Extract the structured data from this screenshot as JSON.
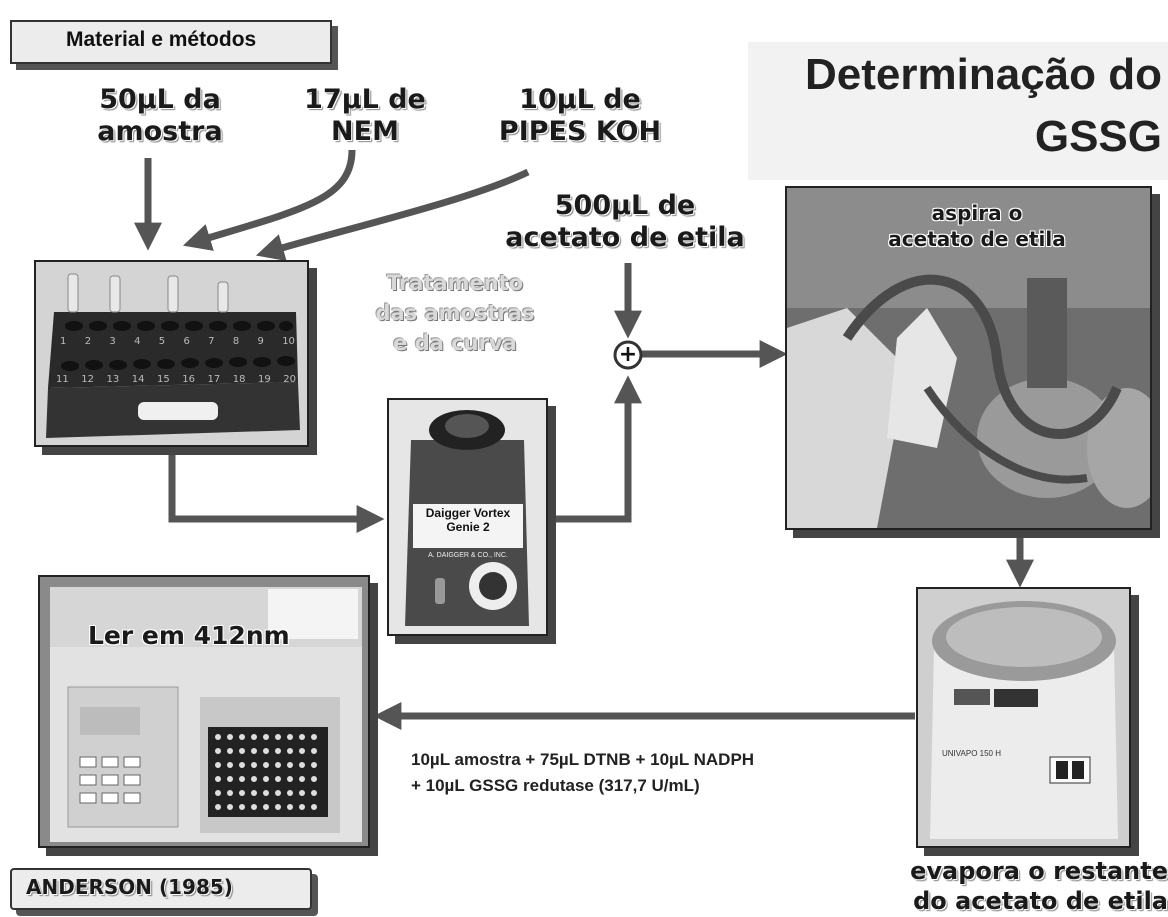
{
  "header": {
    "section_label": "Material e métodos",
    "title_line1": "Determinação do",
    "title_line2": "GSSG"
  },
  "reagents": [
    {
      "line1": "50µL da",
      "line2": "amostra"
    },
    {
      "line1": "17µL de",
      "line2": "NEM"
    },
    {
      "line1": "10µL de",
      "line2": "PIPES KOH"
    }
  ],
  "ethyl_acetate": {
    "line1": "500µL de",
    "line2": "acetato de etila"
  },
  "treatment": {
    "line1": "Tratamento",
    "line2": "das amostras",
    "line3": "e da curva"
  },
  "junction_symbol": "+",
  "photos": {
    "rack_row1": [
      "1",
      "2",
      "3",
      "4",
      "5",
      "6",
      "7",
      "8",
      "9",
      "10"
    ],
    "rack_row2": [
      "11",
      "12",
      "13",
      "14",
      "15",
      "16",
      "17",
      "18",
      "19",
      "20"
    ],
    "vortex_line1": "Daigger Vortex",
    "vortex_line2": "Genie 2",
    "vortex_line3": "A. DAIGGER & CO., INC.",
    "aspirate_label_line1": "aspira o",
    "aspirate_label_line2": "acetato de etila",
    "evaporator_brand": "UNIVAPO 150 H",
    "reader_label": "Ler em 412nm"
  },
  "evaporate": {
    "line1": "evapora o restante",
    "line2": "do acetato de etila"
  },
  "mix": {
    "line1": "10µL amostra + 75µL DTNB + 10µL NADPH",
    "line2": "+ 10µL GSSG redutase (317,7 U/mL)"
  },
  "reference": "ANDERSON (1985)",
  "colors": {
    "arrow": "#555555",
    "photo_border": "#222222",
    "shadow": "#444444"
  }
}
